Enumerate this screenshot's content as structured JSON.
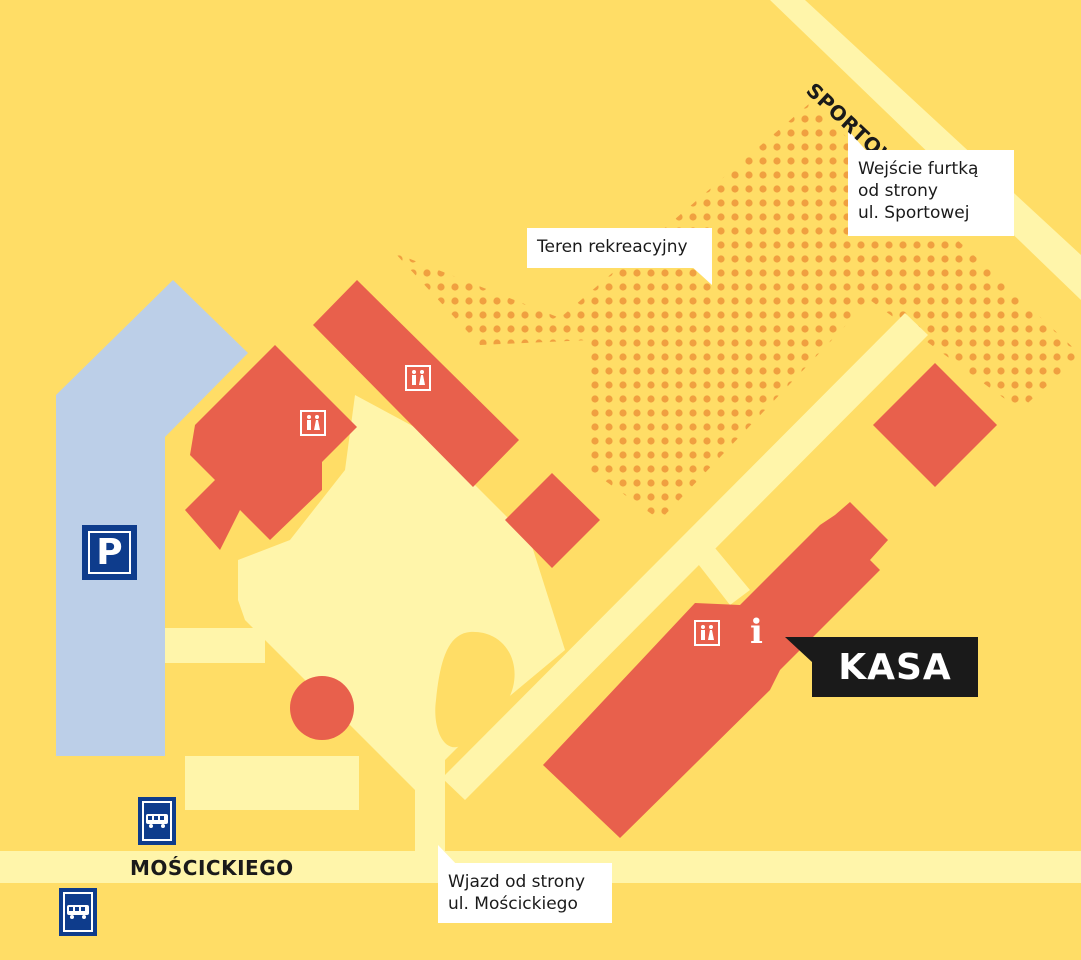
{
  "map": {
    "colors": {
      "background": "#ffdd66",
      "path": "#fff5aa",
      "building": "#e8604c",
      "recreation_dots": "#f0a040",
      "parking": "#bccfe8",
      "sign_blue": "#0e3c8c",
      "label_bg": "#1a1a1a"
    },
    "streets": {
      "sportowa": "SPORTOWA",
      "moscickiego": "MOŚCICKIEGO"
    },
    "callouts": {
      "gate": [
        "Wejście furtką",
        "od strony",
        "ul. Sportowej"
      ],
      "recreation": "Teren rekreacyjny",
      "entry": [
        "Wjazd od strony",
        "ul. Mościckiego"
      ]
    },
    "ticket_office": "KASA",
    "parking_label": "P",
    "info_label": "i",
    "icons": {
      "restroom": "restroom-icon",
      "info": "info-icon",
      "parking": "parking-sign-icon",
      "bus": "bus-stop-icon"
    }
  }
}
